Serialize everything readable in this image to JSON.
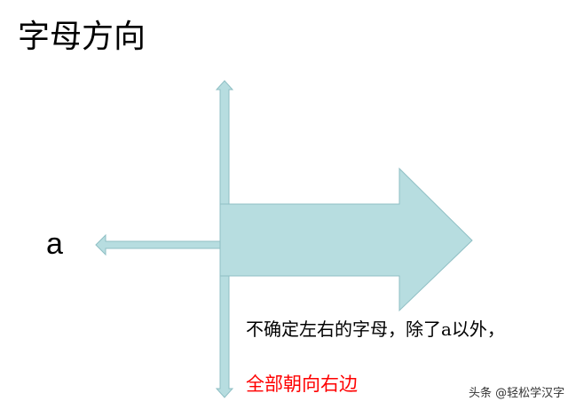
{
  "title": "字母方向",
  "letter": "a",
  "note_line1": "不确定左右的字母，除了a以外，",
  "note_line2": "全部朝向右边",
  "watermark": "头条 @轻松学汉字",
  "colors": {
    "arrow_fill": "#b7dde0",
    "arrow_stroke": "#8fbfc4",
    "highlight": "#ff0000"
  }
}
